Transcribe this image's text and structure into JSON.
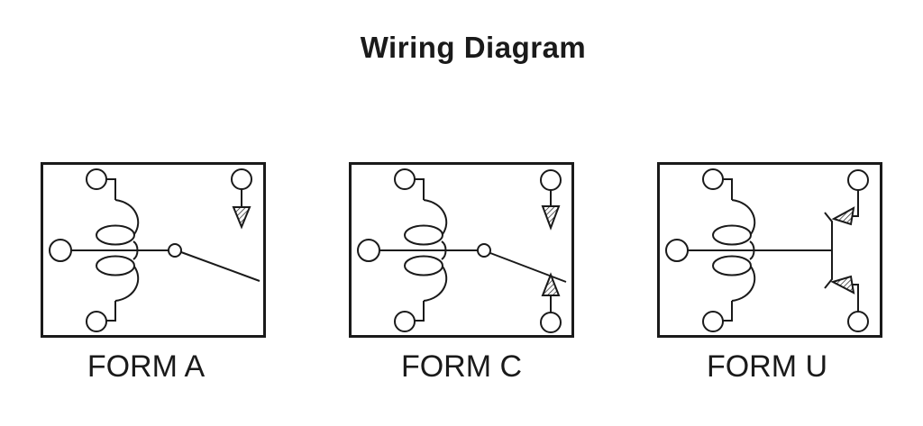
{
  "title": "Wiring Diagram",
  "ink_color": "#1a1a1a",
  "panels": [
    {
      "label": "FORM A"
    },
    {
      "label": "FORM C"
    },
    {
      "label": "FORM U"
    }
  ]
}
